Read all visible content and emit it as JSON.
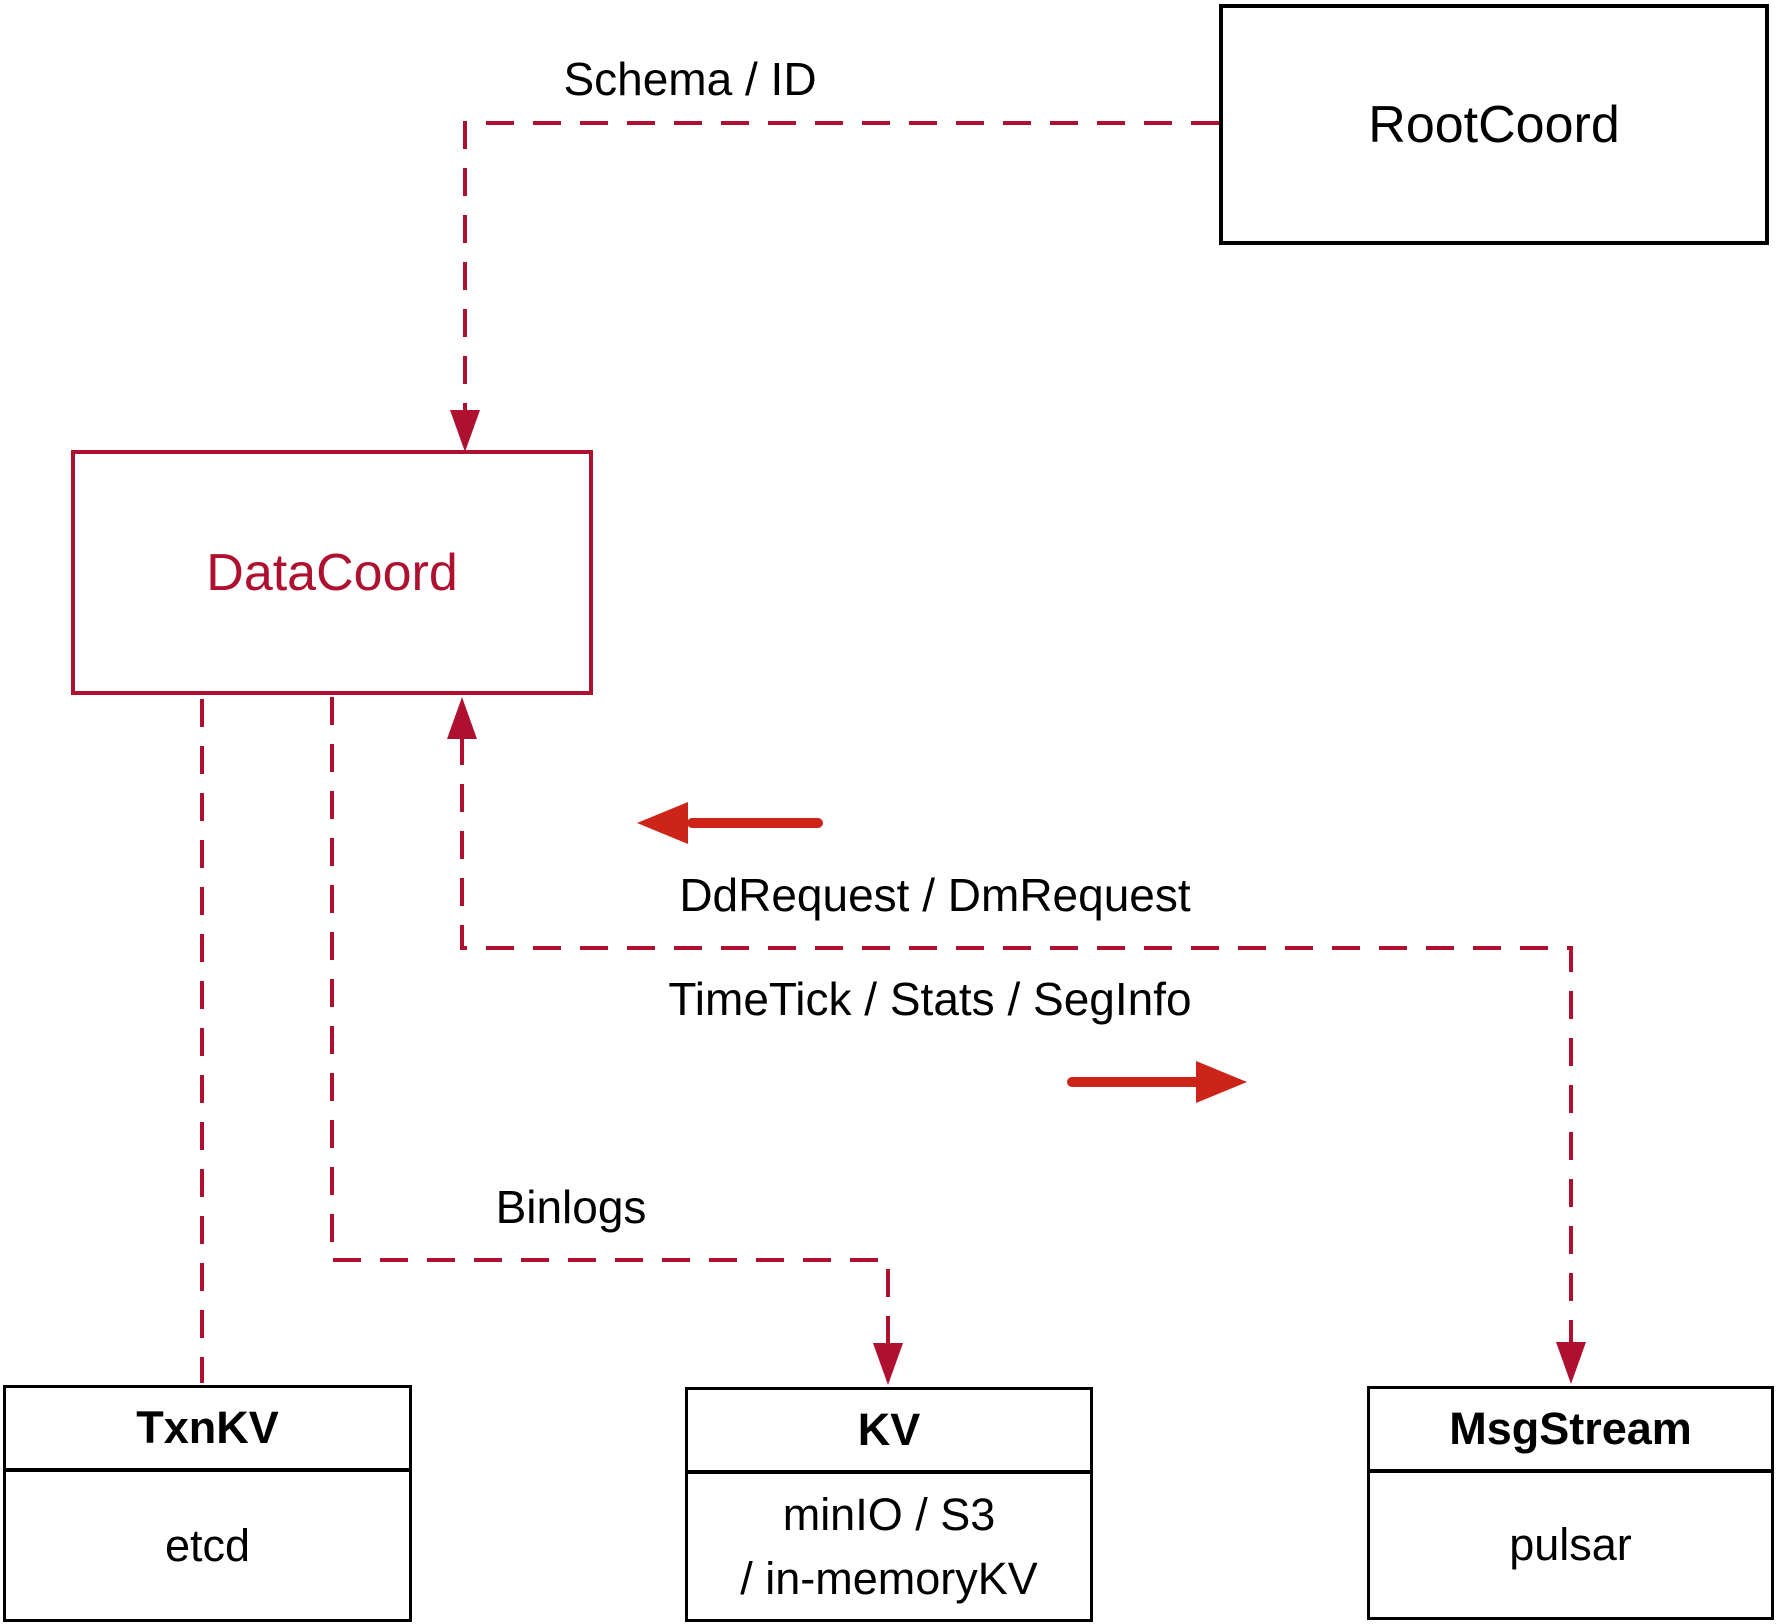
{
  "diagram": {
    "background": "#ffffff",
    "colors": {
      "connector_dashed": "#b01030",
      "solid_arrow": "#cc2418",
      "box_border": "#000000",
      "datacoord_accent": "#b01030",
      "label_text": "#000000"
    },
    "nodes": {
      "rootcoord": {
        "label": "RootCoord"
      },
      "datacoord": {
        "label": "DataCoord"
      },
      "txnkv": {
        "title": "TxnKV",
        "body": "etcd"
      },
      "kv": {
        "title": "KV",
        "body_line1": "minIO / S3",
        "body_line2": "/ in-memoryKV"
      },
      "msgstream": {
        "title": "MsgStream",
        "body": "pulsar"
      }
    },
    "edges": {
      "schema_id": {
        "label": "Schema / ID",
        "from": "RootCoord",
        "to": "DataCoord",
        "style": "dashed-arrow"
      },
      "datacoord_txnkv": {
        "label": "",
        "from": "DataCoord",
        "to": "TxnKV",
        "style": "dashed"
      },
      "binlogs": {
        "label": "Binlogs",
        "from": "DataCoord",
        "to": "KV",
        "style": "dashed-arrow"
      },
      "msgstream_bus": {
        "label_up": "DdRequest / DmRequest",
        "label_down": "TimeTick / Stats / SegInfo",
        "from": "MsgStream",
        "to": "DataCoord",
        "style": "dashed-double-arrow"
      }
    }
  }
}
